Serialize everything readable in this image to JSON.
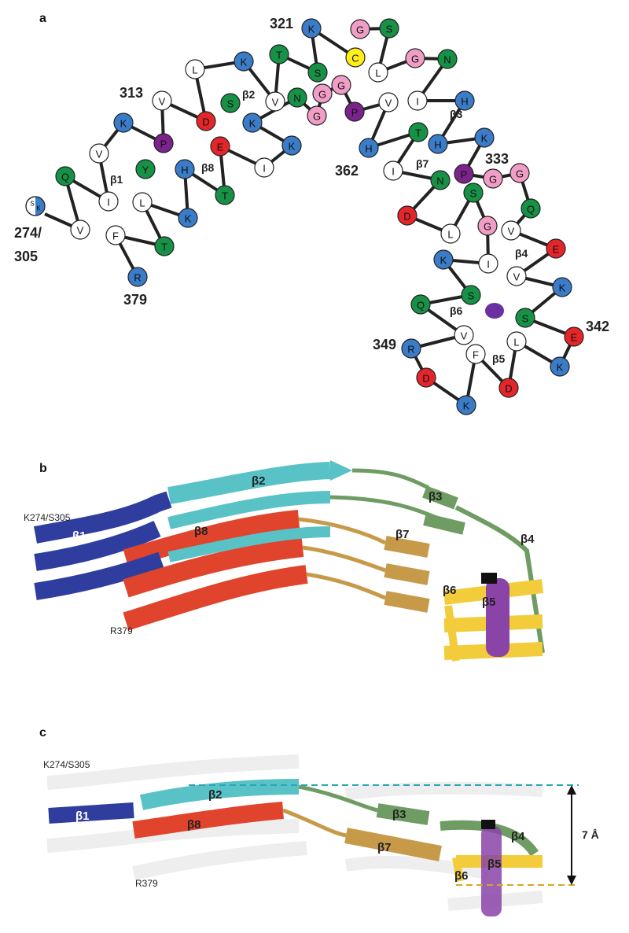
{
  "panels": {
    "a": "a",
    "b": "b",
    "c": "c"
  },
  "colors": {
    "hydrophobic": "#ffffff",
    "basic": "#3a7cc8",
    "acidic": "#e4262b",
    "polar": "#169146",
    "glycine": "#f09ec6",
    "proline": "#7b238b",
    "cysteine": "#ffee1a",
    "density": "#6a2fa0",
    "b1": "#2f3d9f",
    "b2": "#58c2c7",
    "b8": "#e0442c",
    "b3": "#6e9c62",
    "b7": "#c79a4a",
    "b5": "#f2cc3a",
    "tube": "#8a44a8",
    "line_top": "#2aa7b5",
    "line_bottom": "#d6a81e"
  },
  "panel_a": {
    "residue_numbers": {
      "n274": "274/",
      "n305": "305",
      "n379": "379",
      "n313": "313",
      "n321": "321",
      "n333": "333",
      "n342": "342",
      "n349": "349",
      "n362": "362"
    },
    "strand_labels": {
      "b1": "β1",
      "b2": "β2",
      "b3": "β3",
      "b4": "β4",
      "b5": "β5",
      "b6": "β6",
      "b7": "β7",
      "b8": "β8"
    },
    "start_residue": {
      "top": "S",
      "bottom": "K"
    },
    "residues": [
      {
        "id": "r1",
        "aa": "V",
        "c": "hydrophobic"
      },
      {
        "id": "r2",
        "aa": "Q",
        "c": "polar"
      },
      {
        "id": "r3",
        "aa": "I",
        "c": "hydrophobic"
      },
      {
        "id": "r4",
        "aa": "V",
        "c": "hydrophobic"
      },
      {
        "id": "r5",
        "aa": "Y",
        "c": "polar"
      },
      {
        "id": "r6",
        "aa": "K",
        "c": "basic"
      },
      {
        "id": "r7",
        "aa": "P",
        "c": "proline"
      },
      {
        "id": "r8",
        "aa": "V",
        "c": "hydrophobic"
      },
      {
        "id": "r9",
        "aa": "D",
        "c": "acidic"
      },
      {
        "id": "r10",
        "aa": "L",
        "c": "hydrophobic"
      },
      {
        "id": "r11",
        "aa": "S",
        "c": "polar"
      },
      {
        "id": "r12",
        "aa": "K",
        "c": "basic"
      },
      {
        "id": "r13",
        "aa": "V",
        "c": "hydrophobic"
      },
      {
        "id": "r14",
        "aa": "T",
        "c": "polar"
      },
      {
        "id": "r15",
        "aa": "S",
        "c": "polar"
      },
      {
        "id": "r16",
        "aa": "K",
        "c": "basic"
      },
      {
        "id": "r17",
        "aa": "C",
        "c": "cysteine"
      },
      {
        "id": "r18",
        "aa": "G",
        "c": "glycine"
      },
      {
        "id": "r19",
        "aa": "S",
        "c": "polar"
      },
      {
        "id": "r20",
        "aa": "L",
        "c": "hydrophobic"
      },
      {
        "id": "r21",
        "aa": "G",
        "c": "glycine"
      },
      {
        "id": "r22",
        "aa": "N",
        "c": "polar"
      },
      {
        "id": "r23",
        "aa": "I",
        "c": "hydrophobic"
      },
      {
        "id": "r24",
        "aa": "H",
        "c": "basic"
      },
      {
        "id": "r25",
        "aa": "H",
        "c": "basic"
      },
      {
        "id": "r26",
        "aa": "K",
        "c": "basic"
      },
      {
        "id": "r27",
        "aa": "P",
        "c": "proline"
      },
      {
        "id": "r28",
        "aa": "G",
        "c": "glycine"
      },
      {
        "id": "r29",
        "aa": "G",
        "c": "glycine"
      },
      {
        "id": "r30",
        "aa": "Q",
        "c": "polar"
      },
      {
        "id": "r31",
        "aa": "V",
        "c": "hydrophobic"
      },
      {
        "id": "r32",
        "aa": "E",
        "c": "acidic"
      },
      {
        "id": "r33",
        "aa": "V",
        "c": "hydrophobic"
      },
      {
        "id": "r34",
        "aa": "K",
        "c": "basic"
      },
      {
        "id": "r35",
        "aa": "S",
        "c": "polar"
      },
      {
        "id": "r36",
        "aa": "E",
        "c": "acidic"
      },
      {
        "id": "r37",
        "aa": "K",
        "c": "basic"
      },
      {
        "id": "r38",
        "aa": "L",
        "c": "hydrophobic"
      },
      {
        "id": "r39",
        "aa": "D",
        "c": "acidic"
      },
      {
        "id": "r40",
        "aa": "F",
        "c": "hydrophobic"
      },
      {
        "id": "r41",
        "aa": "K",
        "c": "basic"
      },
      {
        "id": "r42",
        "aa": "D",
        "c": "acidic"
      },
      {
        "id": "r43",
        "aa": "R",
        "c": "basic"
      },
      {
        "id": "r44",
        "aa": "V",
        "c": "hydrophobic"
      },
      {
        "id": "r45",
        "aa": "Q",
        "c": "polar"
      },
      {
        "id": "r46",
        "aa": "S",
        "c": "polar"
      },
      {
        "id": "r47",
        "aa": "K",
        "c": "basic"
      },
      {
        "id": "r48",
        "aa": "I",
        "c": "hydrophobic"
      },
      {
        "id": "r49",
        "aa": "G",
        "c": "glycine"
      },
      {
        "id": "r50",
        "aa": "S",
        "c": "polar"
      },
      {
        "id": "r51",
        "aa": "L",
        "c": "hydrophobic"
      },
      {
        "id": "r52",
        "aa": "D",
        "c": "acidic"
      },
      {
        "id": "r53",
        "aa": "N",
        "c": "polar"
      },
      {
        "id": "r54",
        "aa": "I",
        "c": "hydrophobic"
      },
      {
        "id": "r55",
        "aa": "T",
        "c": "polar"
      },
      {
        "id": "r56",
        "aa": "H",
        "c": "basic"
      },
      {
        "id": "r57",
        "aa": "V",
        "c": "hydrophobic"
      },
      {
        "id": "r58",
        "aa": "P",
        "c": "proline"
      },
      {
        "id": "r59",
        "aa": "G",
        "c": "glycine"
      },
      {
        "id": "r60",
        "aa": "G",
        "c": "glycine"
      },
      {
        "id": "r61",
        "aa": "G",
        "c": "glycine"
      },
      {
        "id": "r62",
        "aa": "N",
        "c": "polar"
      },
      {
        "id": "r63",
        "aa": "K",
        "c": "basic"
      },
      {
        "id": "r64",
        "aa": "K",
        "c": "basic"
      },
      {
        "id": "r65",
        "aa": "I",
        "c": "hydrophobic"
      },
      {
        "id": "r66",
        "aa": "E",
        "c": "acidic"
      },
      {
        "id": "r67",
        "aa": "T",
        "c": "polar"
      },
      {
        "id": "r68",
        "aa": "H",
        "c": "basic"
      },
      {
        "id": "r69",
        "aa": "K",
        "c": "basic"
      },
      {
        "id": "r70",
        "aa": "L",
        "c": "hydrophobic"
      },
      {
        "id": "r71",
        "aa": "T",
        "c": "polar"
      },
      {
        "id": "r72",
        "aa": "F",
        "c": "hydrophobic"
      },
      {
        "id": "r73",
        "aa": "R",
        "c": "basic"
      }
    ]
  },
  "panel_b": {
    "label_n": "K274/S305",
    "label_c": "R379",
    "strands": {
      "b1": "β1",
      "b2": "β2",
      "b3": "β3",
      "b4": "β4",
      "b5": "β5",
      "b6": "β6",
      "b7": "β7",
      "b8": "β8"
    }
  },
  "panel_c": {
    "label_n": "K274/S305",
    "label_c": "R379",
    "distance": "7 Å",
    "strands": {
      "b1": "β1",
      "b2": "β2",
      "b3": "β3",
      "b4": "β4",
      "b5": "β5",
      "b6": "β6",
      "b7": "β7",
      "b8": "β8"
    }
  }
}
